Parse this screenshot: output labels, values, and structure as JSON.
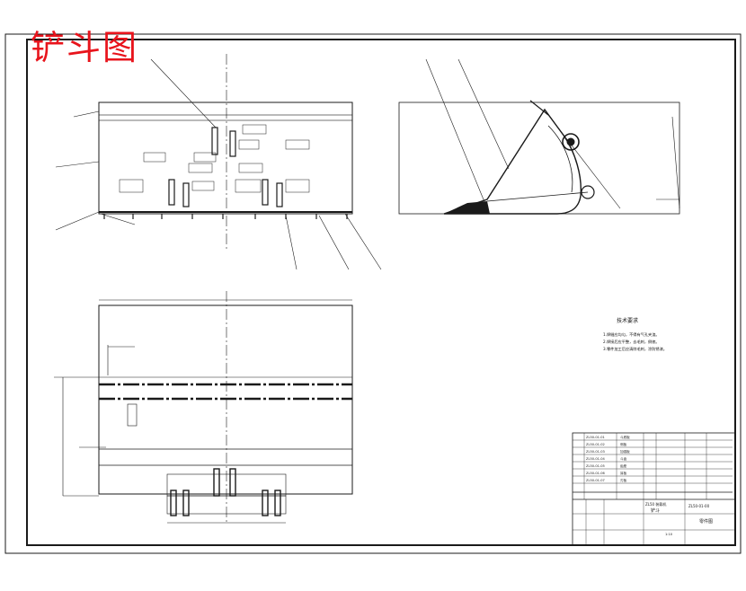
{
  "drawing_title": "铲斗图",
  "technical_requirements": {
    "heading": "技术要求",
    "items": [
      "1.焊缝应均匀，不得有气孔夹渣。",
      "2.焊接后应平整，去毛刺，倒棱。",
      "3.零件加工后应清除毛刺，涂防锈漆。"
    ]
  },
  "title_block": {
    "part_name": "铲斗",
    "material": "ZL50 装载机",
    "drawing_no": "ZL50-01-00",
    "sheet_label": "零件图",
    "scale": "1:10"
  },
  "parts_list_rows": [
    {
      "code": "ZL50-01-01",
      "name": "斗底板"
    },
    {
      "code": "ZL50-01-02",
      "name": "侧板"
    },
    {
      "code": "ZL50-01-03",
      "name": "加强板"
    },
    {
      "code": "ZL50-01-04",
      "name": "斗齿"
    },
    {
      "code": "ZL50-01-05",
      "name": "齿座"
    },
    {
      "code": "ZL50-01-06",
      "name": "耳板"
    },
    {
      "code": "ZL50-01-07",
      "name": "刃板"
    }
  ],
  "colors": {
    "line": "#1a1a1a",
    "title": "#e8141c"
  }
}
